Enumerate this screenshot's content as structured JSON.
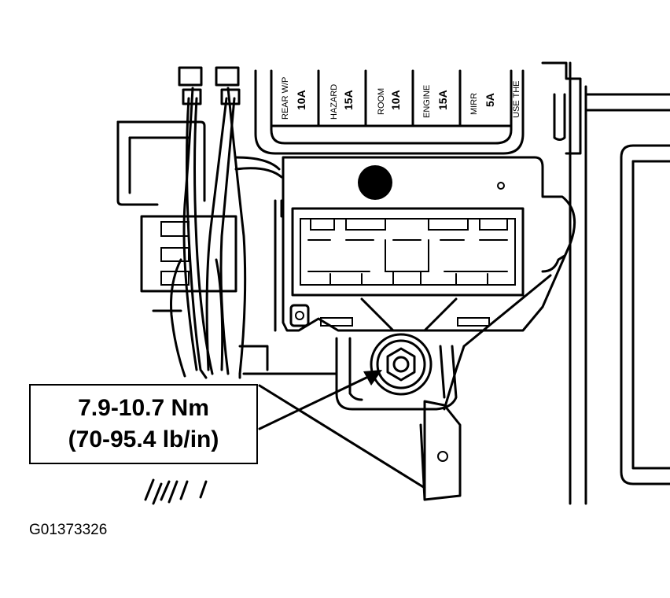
{
  "fuses": [
    {
      "name": "REAR W/P",
      "amp": "10A"
    },
    {
      "name": "HAZARD",
      "amp": "15A"
    },
    {
      "name": "ROOM",
      "amp": "10A"
    },
    {
      "name": "ENGINE",
      "amp": "15A"
    },
    {
      "name": "MIRR",
      "amp": "5A"
    },
    {
      "name": "USE THE",
      "amp": ""
    }
  ],
  "callout": {
    "line1": "7.9-10.7 Nm",
    "line2": "(70-95.4 lb/in)"
  },
  "figure_code": "G01373326"
}
